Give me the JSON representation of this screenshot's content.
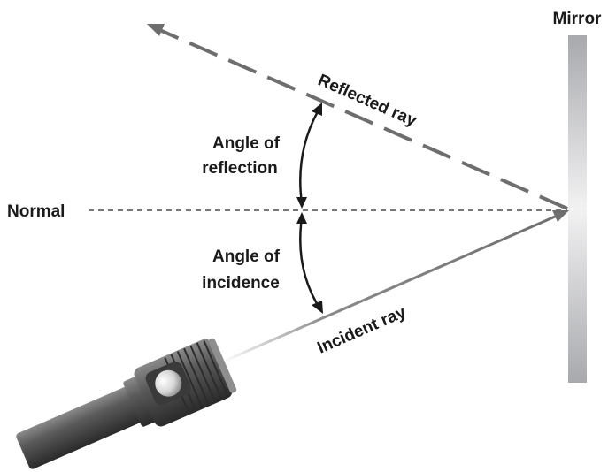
{
  "labels": {
    "mirror": "Mirror",
    "normal": "Normal",
    "reflected_ray": "Reflected ray",
    "incident_ray": "Incident ray",
    "angle_reflection_line1": "Angle of",
    "angle_reflection_line2": "reflection",
    "angle_incidence_line1": "Angle of",
    "angle_incidence_line2": "incidence"
  },
  "colors": {
    "ray": "#6e6e6e",
    "normal_line": "#777777",
    "mirror_edge": "#a8a9ad",
    "mirror_center": "#f2f2f3",
    "text": "#1a1a1a",
    "flashlight_body": "#4a4a4a",
    "flashlight_dark": "#2c2c2c"
  },
  "icons": {
    "flashlight": "flashlight-icon",
    "arc_arrows": "double-headed-arc-arrow"
  }
}
